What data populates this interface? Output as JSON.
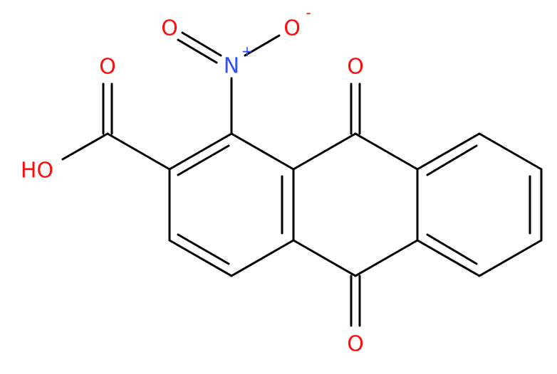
{
  "molecule": {
    "atoms": {
      "o_carbonyl_top": {
        "label": "O",
        "color": "#ff0d0d"
      },
      "o_carbonyl_bottom": {
        "label": "O",
        "color": "#ff0d0d"
      },
      "o_acid_carbonyl": {
        "label": "O",
        "color": "#ff0d0d"
      },
      "o_hydroxyl": {
        "label": "HO",
        "color": "#ff0d0d"
      },
      "n_nitro": {
        "label": "N",
        "charge": "+",
        "color": "#3050f8"
      },
      "o_nitro_double": {
        "label": "O",
        "color": "#ff0d0d"
      },
      "o_nitro_single": {
        "label": "O",
        "charge": "-",
        "color": "#ff0d0d"
      }
    }
  }
}
